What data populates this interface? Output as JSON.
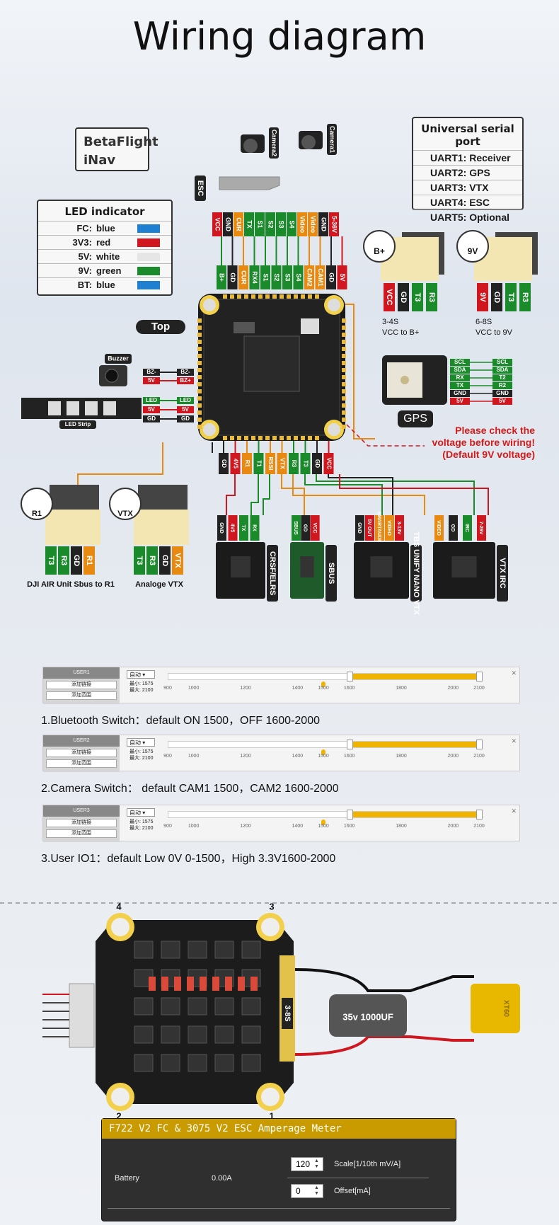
{
  "title": "Wiring diagram",
  "firmware": [
    "BetaFlight",
    "iNav"
  ],
  "led_indicator": {
    "heading": "LED indicator",
    "rows": [
      {
        "key": "FC:",
        "value": "blue",
        "color": "#1f7fd0"
      },
      {
        "key": "3V3:",
        "value": "red",
        "color": "#d0161e"
      },
      {
        "key": "5V:",
        "value": "white",
        "color": "#e6e6e6"
      },
      {
        "key": "9V:",
        "value": "green",
        "color": "#1b8a2b"
      },
      {
        "key": "BT:",
        "value": "blue",
        "color": "#1f7fd0"
      }
    ]
  },
  "uart": {
    "heading": "Universal serial port",
    "rows": [
      "UART1:  Receiver",
      "UART2:  GPS",
      "UART3:  VTX",
      "UART4:  ESC",
      "UART5:  Optional"
    ]
  },
  "top_badge": "Top",
  "esc_label": "ESC",
  "cameras": [
    "Camera2",
    "Camera1"
  ],
  "esc_pins": [
    "VCC",
    "GND",
    "CUR",
    "TX",
    "S1",
    "S2",
    "S3",
    "S4"
  ],
  "cam_pins": [
    "Video",
    "Video",
    "GND",
    "5-36V"
  ],
  "fc_top_pins": [
    "B+",
    "GD",
    "CUR",
    "RX4",
    "S1",
    "S2",
    "S3",
    "S4",
    "CAM2",
    "CAM1",
    "GD",
    "5V"
  ],
  "buzzer": {
    "label": "Buzzer",
    "pins": [
      "BZ-",
      "5V"
    ],
    "fc_pins": [
      "BZ-",
      "BZ+"
    ]
  },
  "led_strip": {
    "label": "LED Strip",
    "pins": [
      "LED",
      "5V",
      "GD"
    ],
    "fc_pins": [
      "LED",
      "5V",
      "GD"
    ]
  },
  "fc_bottom_pins": [
    "GD",
    "4V5",
    "R1",
    "T1",
    "RSSI",
    "VTX",
    "R3",
    "T3",
    "GD",
    "VCC"
  ],
  "bplus": {
    "badge": "B+",
    "pins": [
      "VCC",
      "GD",
      "T3",
      "R3"
    ],
    "caption": [
      "3-4S",
      "VCC to B+"
    ]
  },
  "nine_v": {
    "badge": "9V",
    "pins": [
      "9V",
      "GD",
      "T3",
      "R3"
    ],
    "caption": [
      "6-8S",
      "VCC to 9V"
    ]
  },
  "gps": {
    "label": "GPS",
    "left": [
      "SCL",
      "SDA",
      "RX",
      "TX",
      "GND",
      "5V"
    ],
    "right": [
      "SCL",
      "SDA",
      "T2",
      "R2",
      "GND",
      "5V"
    ]
  },
  "warning": [
    "Please check the",
    "voltage before wiring!",
    "(Default 9V voltage)"
  ],
  "r1_device": {
    "badge": "R1",
    "pins": [
      "T3",
      "R3",
      "GD",
      "R1"
    ],
    "caption": "DJI AIR Unit Sbus to R1"
  },
  "vtx_device": {
    "badge": "VTX",
    "pins": [
      "T3",
      "R3",
      "GD",
      "VTX"
    ],
    "caption": "Analoge  VTX"
  },
  "receivers": [
    {
      "name": "CRSF/ELRS",
      "pins": [
        "GND",
        "4V5",
        "TX",
        "RX"
      ]
    },
    {
      "name": "SBUS",
      "pins": [
        "SBUS",
        "GD",
        "VCC"
      ]
    },
    {
      "name": "TBS UNIFY NANO  VTX",
      "pins": [
        "GND",
        "5V OUT",
        "SMARTAUDIO",
        "VIDEO",
        "3-13V"
      ]
    },
    {
      "name": "VTX IRC",
      "pins": [
        "VIDEO",
        "GD",
        "IRC",
        "7-26V"
      ]
    }
  ],
  "sliders": [
    {
      "user": "USER1",
      "btn1": "添加链接",
      "btn2": "添加范围",
      "mode": "自动",
      "min": "最小: 1575",
      "max": "最大: 2100",
      "range": [
        1600,
        2100
      ],
      "marker": 1500,
      "caption": "1.Bluetooth Switch：default ON 1500，OFF 1600-2000"
    },
    {
      "user": "USER2",
      "btn1": "添加链接",
      "btn2": "添加范围",
      "mode": "自动",
      "min": "最小: 1575",
      "max": "最大: 2100",
      "range": [
        1600,
        2100
      ],
      "marker": 1500,
      "caption": "2.Camera Switch： default CAM1 1500，CAM2  1600-2000"
    },
    {
      "user": "USER3",
      "btn1": "添加链接",
      "btn2": "添加范围",
      "mode": "自动",
      "min": "最小: 1575",
      "max": "最大: 2100",
      "range": [
        1600,
        2100
      ],
      "marker": 1500,
      "caption": "3.User IO1：default  Low 0V 0-1500，High 3.3V1600-2000"
    }
  ],
  "slider_ticks": [
    "900",
    "1000",
    "1200",
    "1400",
    "1500",
    "1600",
    "1800",
    "2000",
    "2100"
  ],
  "esc_board": {
    "cell_label": "3-8S",
    "capacitor": "35v  1000UF",
    "connector": "XT60",
    "motors": [
      "4",
      "3",
      "2",
      "1"
    ]
  },
  "meter": {
    "title": "F722 V2 FC & 3075 V2 ESC Amperage Meter",
    "battery_label": "Battery",
    "battery_value": "0.00A",
    "scale_value": "120",
    "scale_label": "Scale[1/10th mV/A]",
    "offset_value": "0",
    "offset_label": "Offset[mA]"
  }
}
